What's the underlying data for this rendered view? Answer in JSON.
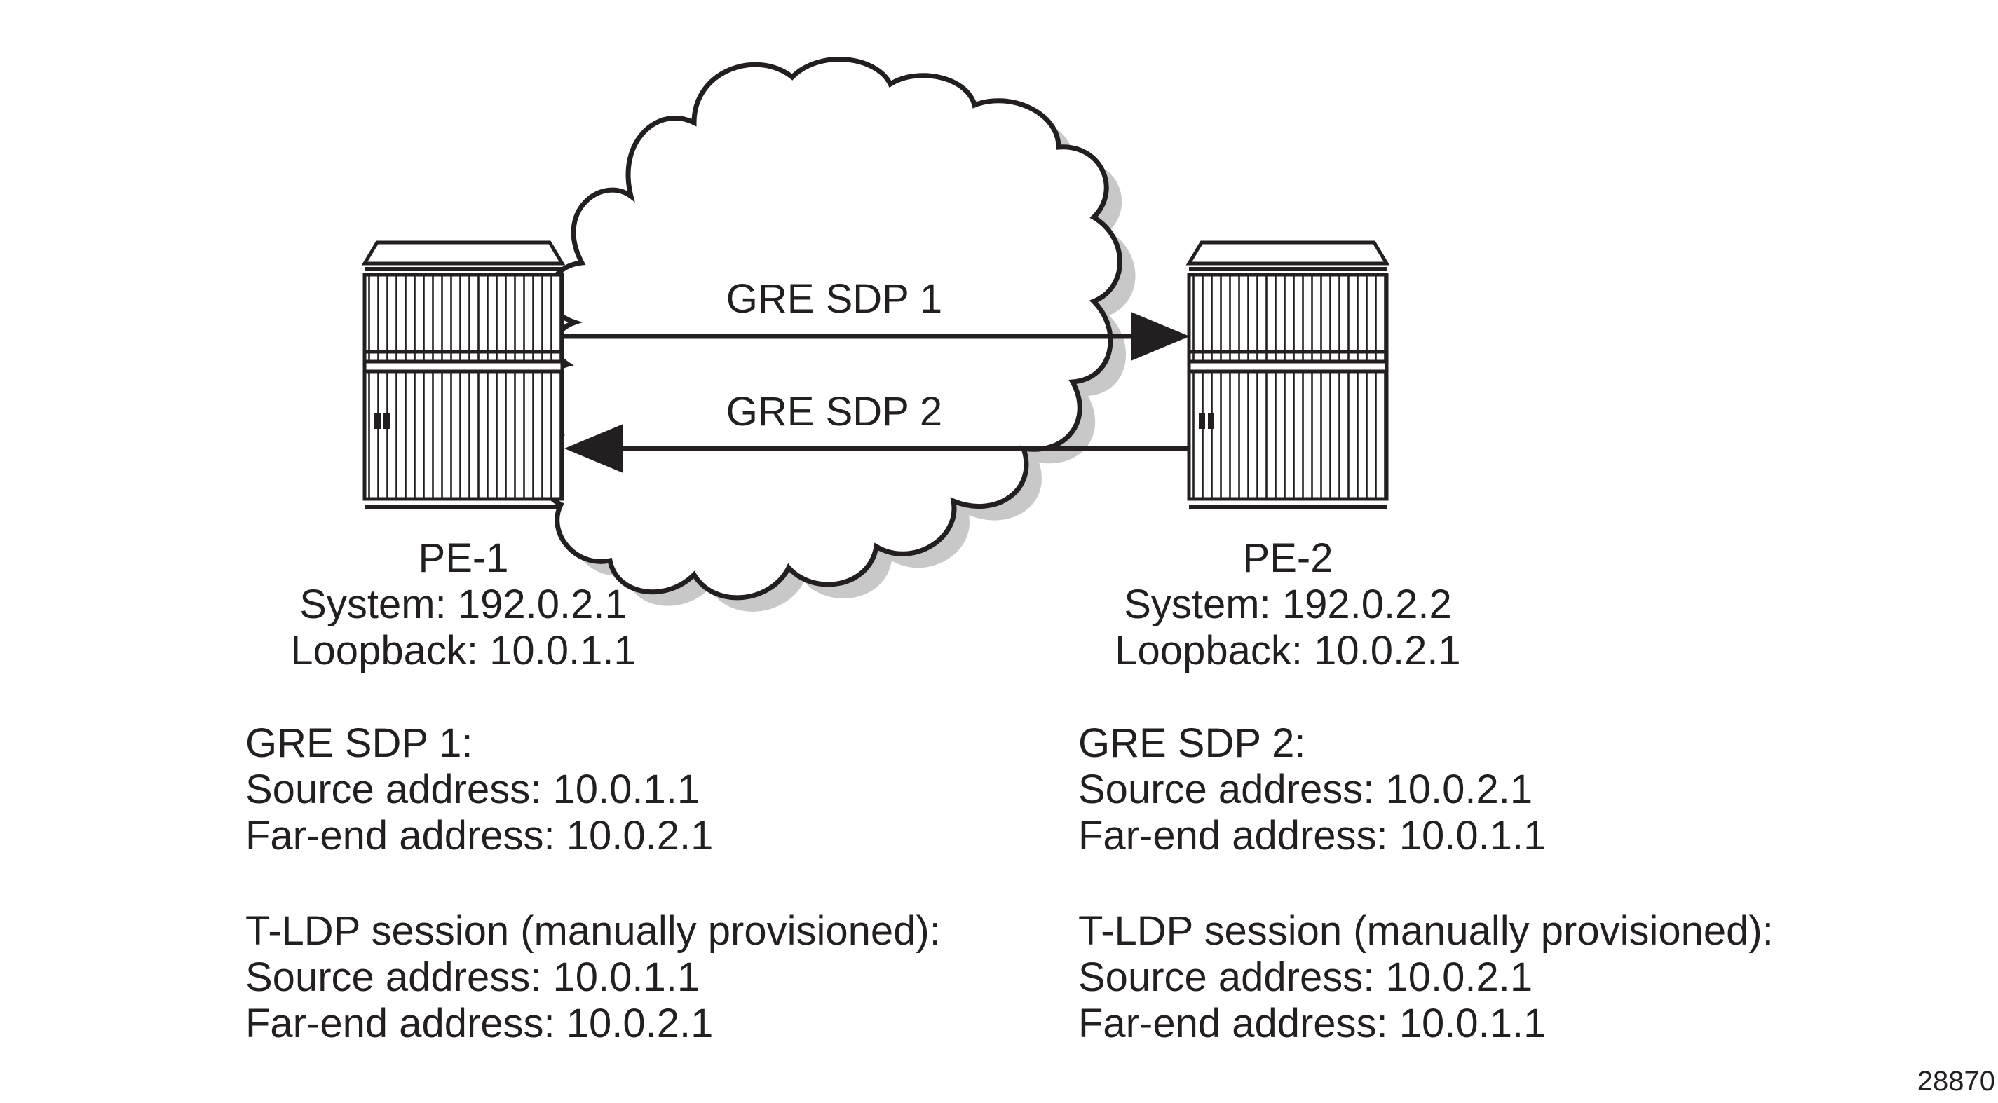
{
  "cloud": {
    "icon": "cloud-icon"
  },
  "routers": [
    {
      "icon": "router-icon",
      "name": "PE-1",
      "system": "System: 192.0.2.1",
      "loopback": "Loopback: 10.0.1.1"
    },
    {
      "icon": "router-icon",
      "name": "PE-2",
      "system": "System: 192.0.2.2",
      "loopback": "Loopback: 10.0.2.1"
    }
  ],
  "links": {
    "sdp1": {
      "label": "GRE SDP 1",
      "direction": "PE-1 to PE-2"
    },
    "sdp2": {
      "label": "GRE SDP 2",
      "direction": "PE-2 to PE-1"
    }
  },
  "config": {
    "left": {
      "sdp_title": "GRE SDP 1:",
      "sdp_source": "Source address: 10.0.1.1",
      "sdp_far_end": "Far-end address: 10.0.2.1",
      "tldp_title": "T-LDP session (manually provisioned):",
      "tldp_source": "Source address: 10.0.1.1",
      "tldp_far_end": "Far-end address: 10.0.2.1"
    },
    "right": {
      "sdp_title": "GRE SDP 2:",
      "sdp_source": "Source address: 10.0.2.1",
      "sdp_far_end": "Far-end address: 10.0.1.1",
      "tldp_title": "T-LDP session (manually provisioned):",
      "tldp_source": "Source address: 10.0.2.1",
      "tldp_far_end": "Far-end address: 10.0.1.1"
    }
  },
  "figure_number": "28870",
  "colors": {
    "line": "#231f20",
    "cloud_shadow": "#c8c8c8",
    "background": "#ffffff"
  }
}
